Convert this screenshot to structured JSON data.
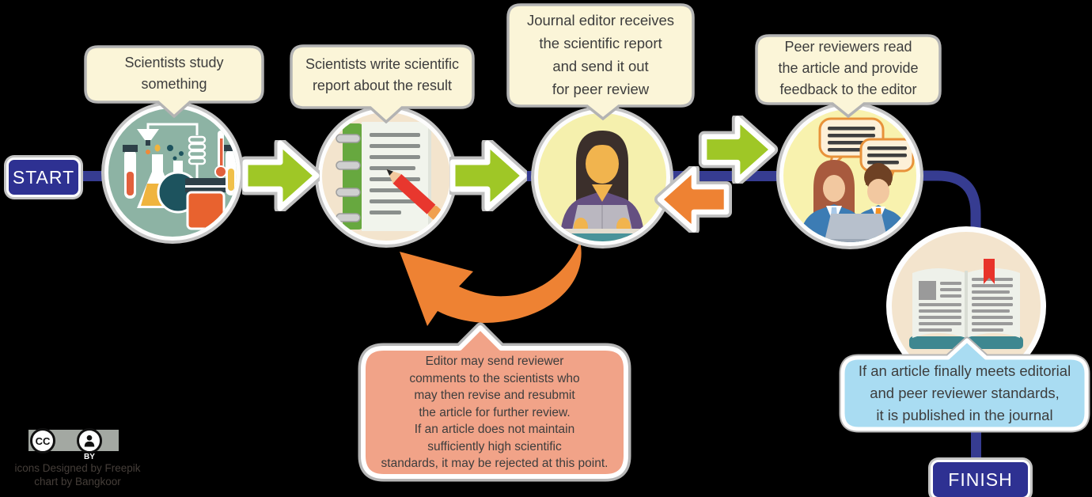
{
  "process": {
    "start_label": "START",
    "finish_label": "FINISH"
  },
  "steps": [
    {
      "name": "study",
      "icon": "science-equipment-icon",
      "bubble_lines": [
        "Scientists study",
        "something"
      ]
    },
    {
      "name": "write",
      "icon": "notebook-pencil-icon",
      "bubble_lines": [
        "Scientists write scientific",
        "report about the result"
      ]
    },
    {
      "name": "editor",
      "icon": "editor-reading-icon",
      "bubble_lines": [
        "Journal editor receives",
        "the scientific report",
        "and send it out",
        "for peer review"
      ]
    },
    {
      "name": "review",
      "icon": "peer-reviewers-icon",
      "bubble_lines": [
        "Peer reviewers read",
        "the article and provide",
        "feedback to the editor"
      ]
    },
    {
      "name": "publish",
      "icon": "open-book-icon",
      "bubble_lines": []
    }
  ],
  "notes": {
    "revision": {
      "lines": [
        "Editor may send reviewer",
        "comments to the scientists who",
        "may then revise and resubmit",
        "the article for further review.",
        "If an article does not maintain",
        "sufficiently high scientific",
        "standards, it may be rejected at this point."
      ]
    },
    "publication": {
      "lines": [
        "If an article finally meets editorial",
        "and peer reviewer standards,",
        "it is published in the journal"
      ]
    }
  },
  "credits": {
    "cc_label": "CC",
    "by_label": "BY",
    "line1": "icons Designed by Freepik",
    "line2": "chart by Bangkoor"
  },
  "colors": {
    "background": "#000000",
    "terminal_blue": "#2e3192",
    "connector_blue": "#363c91",
    "green_arrow": "#9fc726",
    "orange_arrow": "#ee8233",
    "cream_bubble": "#fbf5d8",
    "salmon_note": "#f1a388",
    "blue_note": "#a9dcf2",
    "pale_yellow_circle": "#f5f0ad",
    "beige_circle": "#f3e4cd",
    "sage_circle": "#8db3a4",
    "text": "#3d3d3d"
  }
}
